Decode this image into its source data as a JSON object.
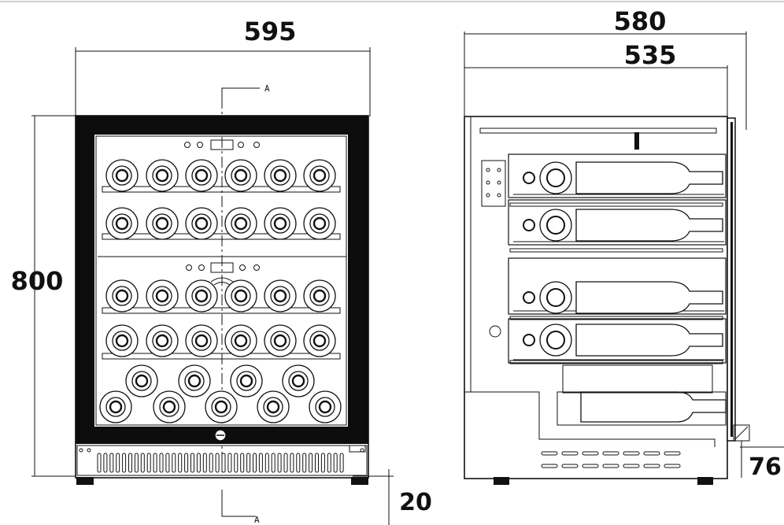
{
  "dimensions": {
    "width_front": "595",
    "depth_total": "580",
    "depth_cabinet": "535",
    "height": "800",
    "foot_height": "20",
    "door_offset": "76"
  },
  "section": {
    "label_top": "A",
    "label_bottom": "A"
  },
  "colors": {
    "line": "#111111",
    "frame": "#0d0d0d",
    "background": "#ffffff"
  }
}
